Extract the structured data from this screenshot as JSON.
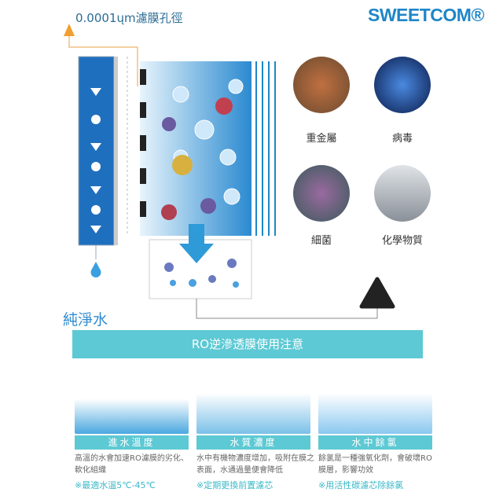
{
  "header": {
    "title": "0.0001ųm濾膜孔徑",
    "logo": "SWEETCOM®"
  },
  "contaminants": [
    {
      "label": "重金屬",
      "color": "#8a5a3a"
    },
    {
      "label": "病毒",
      "color": "#1a3a8a"
    },
    {
      "label": "細菌",
      "color": "#5a7a6a"
    },
    {
      "label": "化學物質",
      "color": "#b0b8c0"
    }
  ],
  "pure_water_label": "純淨水",
  "banner": "RO逆滲透膜使用注意",
  "panels": [
    {
      "label": "進水溫度",
      "text": "高溫的水會加速RO濾膜的劣化、軟化組織",
      "note": "※最適水溫5℃-45℃"
    },
    {
      "label": "水質濃度",
      "text": "水中有機物濃度增加，吸附在膜之表面，水通過量便會降低",
      "note": "※定期更換前置濾芯"
    },
    {
      "label": "水中餘氯",
      "text": "餘氯是一種強氧化劑，會破壞RO膜層，影響功效",
      "note": "※用活性碳濾芯除餘氯"
    }
  ],
  "colors": {
    "accent": "#5dc9d4",
    "blue": "#1f86c8",
    "orange": "#f0a030"
  }
}
